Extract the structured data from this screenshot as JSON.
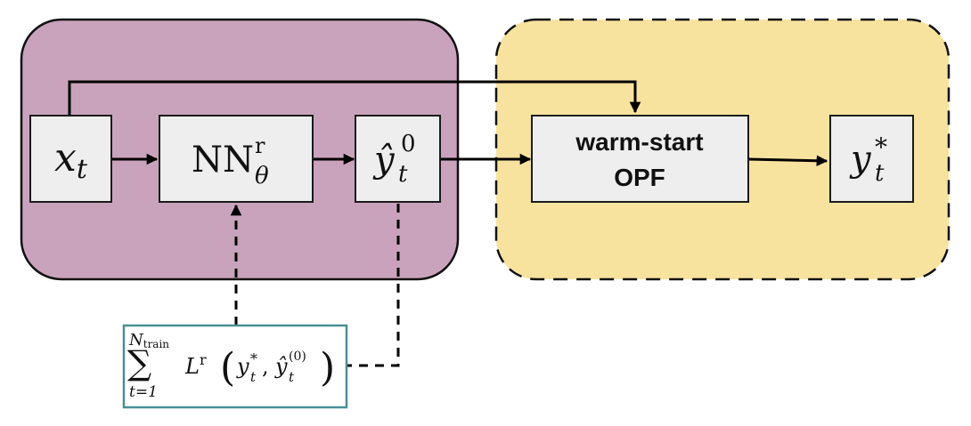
{
  "colors": {
    "left_panel_fill": "#c9a3bb",
    "right_panel_fill": "#f7e39e",
    "node_fill": "#eeeeee",
    "loss_box_border": "#4a8f94"
  },
  "nodes": {
    "input": {
      "var": "x",
      "sub": "t"
    },
    "network": {
      "base": "NN",
      "sup": "r",
      "sub": "θ"
    },
    "prediction": {
      "var": "ŷ",
      "sup": "0",
      "sub": "t"
    },
    "opf": {
      "line1": "warm-start",
      "line2": "OPF"
    },
    "output": {
      "var": "y",
      "sup": "*",
      "sub": "t"
    }
  },
  "loss": {
    "sum_symbol": "∑",
    "sum_upper": "N",
    "sum_upper_sub": "train",
    "sum_lower": "t=1",
    "func": "L",
    "func_sup": "r",
    "open_paren": "(",
    "arg1_var": "y",
    "arg1_sup": "*",
    "arg1_sub": "t",
    "comma": ",",
    "arg2_var": "ŷ",
    "arg2_sup": "(0)",
    "arg2_sub": "t",
    "close_paren": ")"
  }
}
